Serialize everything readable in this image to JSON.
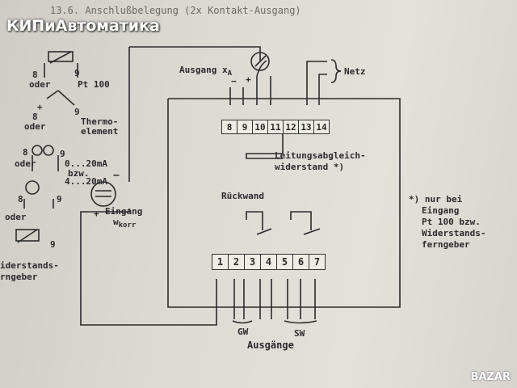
{
  "watermark": "КИПиАвтоматика",
  "header": "13.6. Anschlußbelegung (2x Kontakt-Ausgang)",
  "sensors": {
    "pt100_pin": "8",
    "pt100_oder": "oder",
    "pt100_pin2": "9",
    "pt100_label": "Pt 100",
    "thermo_oder": "oder",
    "thermo_pin": "9",
    "thermo_plus": "+",
    "thermo_pin8": "8",
    "thermo_label1": "Thermo-",
    "thermo_label2": "element",
    "ma_pin8": "8",
    "ma_pin9": "9",
    "ma_oder": "oder",
    "ma_line1": "0...20mA",
    "ma_line2": "bzw.",
    "ma_line3": "4...20mA",
    "ma2_pin8": "8",
    "ma2_pin9": "9",
    "ma2_oder": "oder",
    "ma2_minus": "−",
    "ma2_plus": "+",
    "wgeber_pin": "9",
    "wgeber_line1": "iderstands-",
    "wgeber_line2": "rngeber"
  },
  "top": {
    "ausgang": "Ausgang x",
    "ausgang_sub": "A",
    "minus": "−",
    "plus": "+",
    "netz": "Netz",
    "terminals": [
      "8",
      "9",
      "10",
      "11",
      "12",
      "13",
      "14"
    ],
    "leitung1": "Leitungsabgleich-",
    "leitung2": "widerstand *)"
  },
  "left": {
    "minus": "−",
    "plus": "+",
    "eingang": "Eingang",
    "wkorr": "w",
    "wkorr_sub": "korr"
  },
  "rueckwand": "Rückwand",
  "note": {
    "line1": "*) nur bei",
    "line2": "Eingang",
    "line3": "Pt 100 bzw.",
    "line4": "Widerstands-",
    "line5": "ferngeber"
  },
  "bottom": {
    "terminals": [
      "1",
      "2",
      "3",
      "4",
      "5",
      "6",
      "7"
    ],
    "gw": "GW",
    "sw": "SW",
    "ausgaenge": "Ausgänge"
  },
  "logo": "BAZAR"
}
